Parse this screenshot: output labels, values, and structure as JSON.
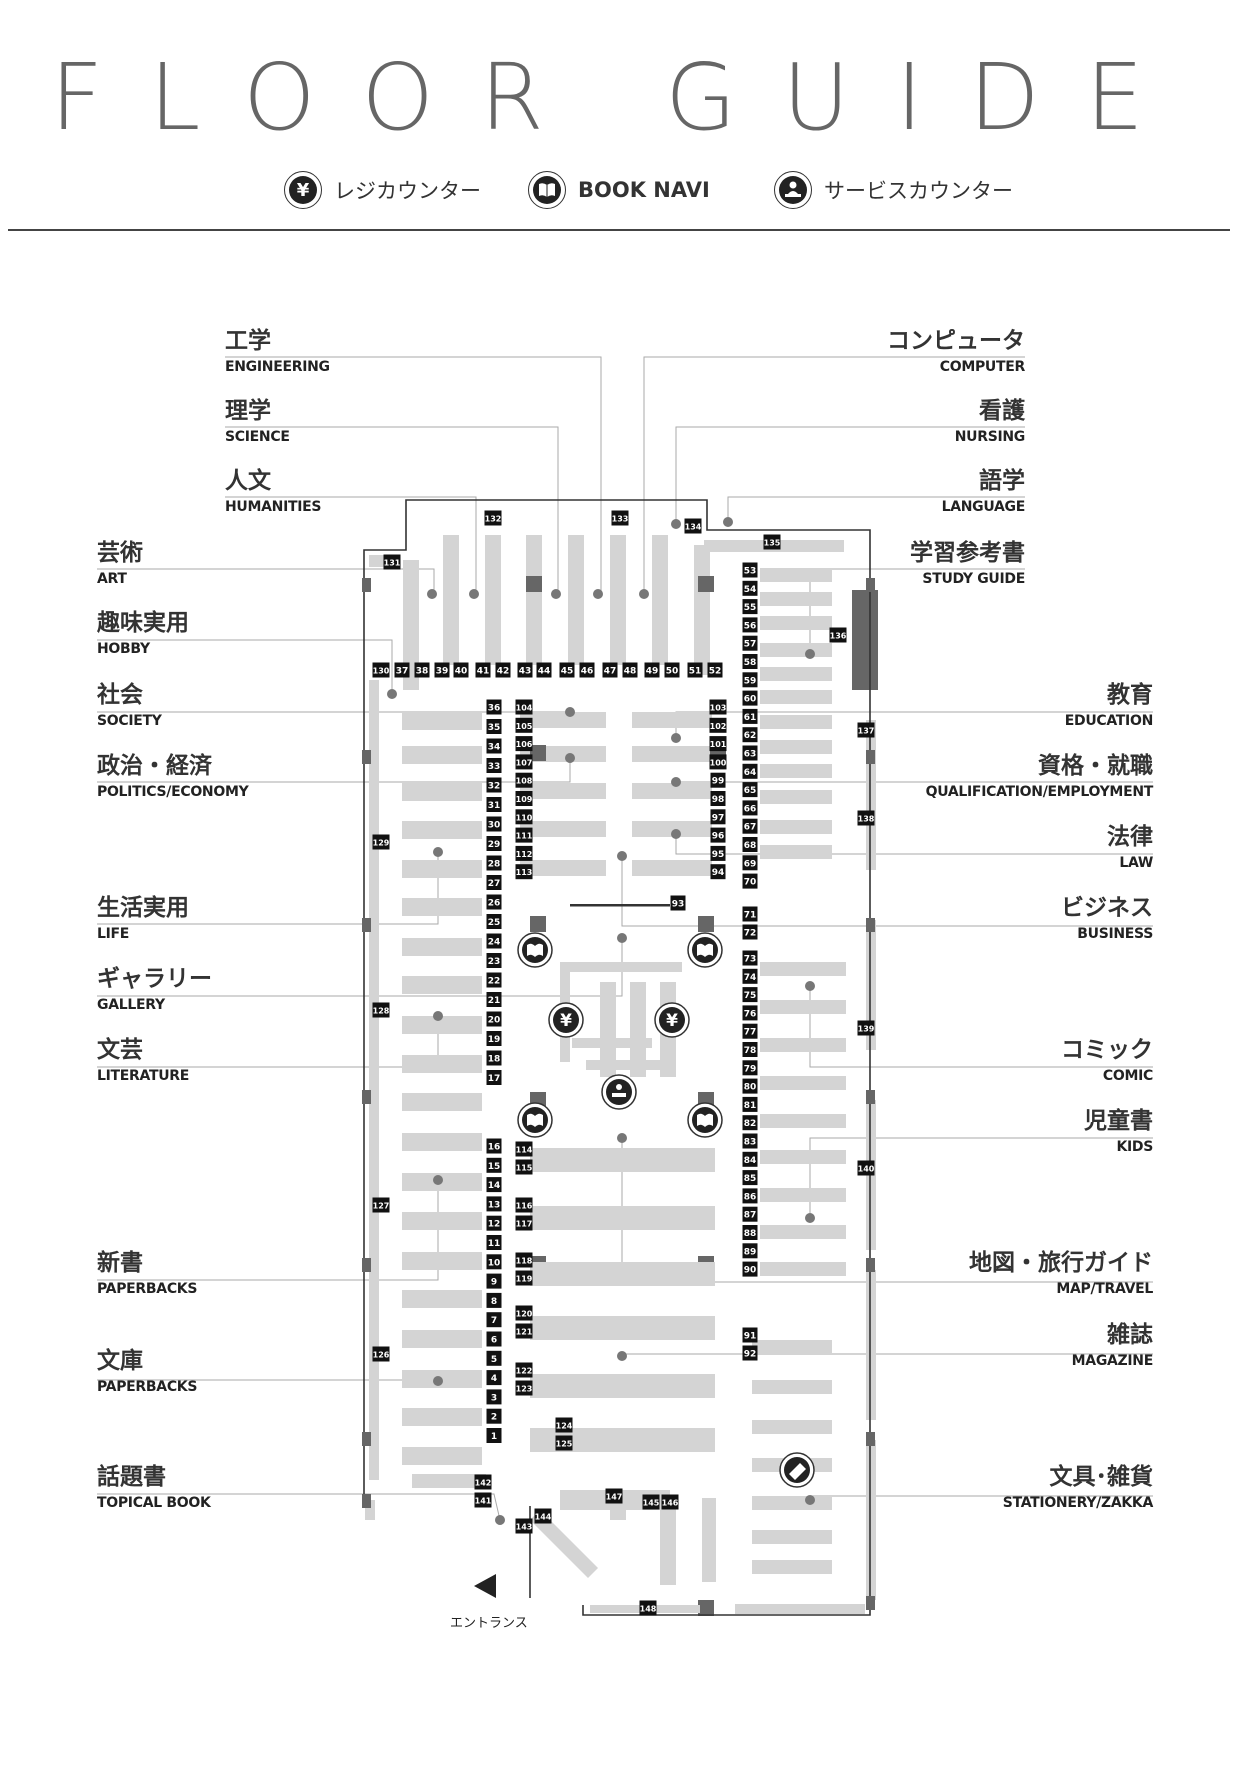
{
  "title": "FLOOR GUIDE",
  "legend": {
    "register": {
      "icon": "yen-icon",
      "label": "レジカウンター"
    },
    "booknavi": {
      "icon": "book-icon",
      "label": "BOOK NAVI"
    },
    "service": {
      "icon": "service-counter-icon",
      "label": "サービスカウンター"
    }
  },
  "entrance_label": "エントランス",
  "labels_left": [
    {
      "ja": "工学",
      "en": "ENGINEERING"
    },
    {
      "ja": "理学",
      "en": "SCIENCE"
    },
    {
      "ja": "人文",
      "en": "HUMANITIES"
    },
    {
      "ja": "芸術",
      "en": "ART"
    },
    {
      "ja": "趣味実用",
      "en": "HOBBY"
    },
    {
      "ja": "社会",
      "en": "SOCIETY"
    },
    {
      "ja": "政治・経済",
      "en": "POLITICS/ECONOMY"
    },
    {
      "ja": "生活実用",
      "en": "LIFE"
    },
    {
      "ja": "ギャラリー",
      "en": "GALLERY"
    },
    {
      "ja": "文芸",
      "en": "LITERATURE"
    },
    {
      "ja": "新書",
      "en": "PAPERBACKS"
    },
    {
      "ja": "文庫",
      "en": "PAPERBACKS"
    },
    {
      "ja": "話題書",
      "en": "TOPICAL BOOK"
    }
  ],
  "labels_right": [
    {
      "ja": "コンピュータ",
      "en": "COMPUTER"
    },
    {
      "ja": "看護",
      "en": "NURSING"
    },
    {
      "ja": "語学",
      "en": "LANGUAGE"
    },
    {
      "ja": "学習参考書",
      "en": "STUDY GUIDE"
    },
    {
      "ja": "教育",
      "en": "EDUCATION"
    },
    {
      "ja": "資格・就職",
      "en": "QUALIFICATION/EMPLOYMENT"
    },
    {
      "ja": "法律",
      "en": "LAW"
    },
    {
      "ja": "ビジネス",
      "en": "BUSINESS"
    },
    {
      "ja": "コミック",
      "en": "COMIC"
    },
    {
      "ja": "児童書",
      "en": "KIDS"
    },
    {
      "ja": "地図・旅行ガイド",
      "en": "MAP/TRAVEL"
    },
    {
      "ja": "雑誌",
      "en": "MAGAZINE"
    },
    {
      "ja": "文具･雑貨",
      "en": "STATIONERY/ZAKKA"
    }
  ],
  "shelf_numbers": [
    "1",
    "2",
    "3",
    "4",
    "5",
    "6",
    "7",
    "8",
    "9",
    "10",
    "11",
    "12",
    "13",
    "14",
    "15",
    "16",
    "17",
    "18",
    "19",
    "20",
    "21",
    "22",
    "23",
    "24",
    "25",
    "26",
    "27",
    "28",
    "29",
    "30",
    "31",
    "32",
    "33",
    "34",
    "35",
    "36",
    "37",
    "38",
    "39",
    "40",
    "41",
    "42",
    "43",
    "44",
    "45",
    "46",
    "47",
    "48",
    "49",
    "50",
    "51",
    "52",
    "53",
    "54",
    "55",
    "56",
    "57",
    "58",
    "59",
    "60",
    "61",
    "62",
    "63",
    "64",
    "65",
    "66",
    "67",
    "68",
    "69",
    "70",
    "71",
    "72",
    "73",
    "74",
    "75",
    "76",
    "77",
    "78",
    "79",
    "80",
    "81",
    "82",
    "83",
    "84",
    "85",
    "86",
    "87",
    "88",
    "89",
    "90",
    "91",
    "92",
    "93",
    "94",
    "95",
    "96",
    "97",
    "98",
    "99",
    "100",
    "101",
    "102",
    "103",
    "104",
    "105",
    "106",
    "107",
    "108",
    "109",
    "110",
    "111",
    "112",
    "113",
    "114",
    "115",
    "116",
    "117",
    "118",
    "119",
    "120",
    "121",
    "122",
    "123",
    "124",
    "125",
    "126",
    "127",
    "128",
    "129",
    "130",
    "131",
    "132",
    "133",
    "134",
    "135",
    "136",
    "137",
    "138",
    "139",
    "140",
    "141",
    "142",
    "143",
    "144",
    "145",
    "146",
    "147",
    "148"
  ],
  "colors": {
    "title": "#666666",
    "shelf": "#d4d4d4",
    "dark": "#666666",
    "leader": "#aaaaaa",
    "tag": "#111111"
  }
}
